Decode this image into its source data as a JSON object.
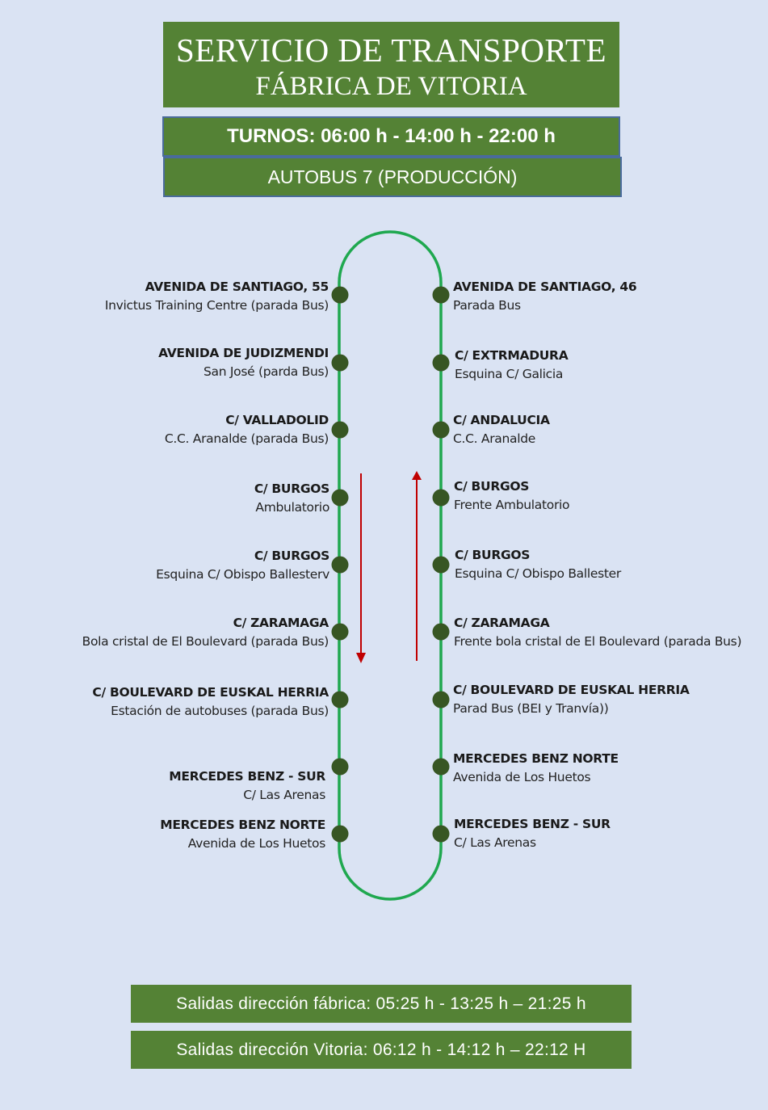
{
  "header": {
    "title_line1": "SERVICIO DE TRANSPORTE",
    "title_line2": "FÁBRICA DE VITORIA",
    "shifts": "TURNOS:  06:00 h - 14:00 h -  22:00 h",
    "bus": "AUTOBUS 7 (PRODUCCIÓN)"
  },
  "route": {
    "line_color": "#1fa84f",
    "stop_color": "#375623",
    "arrow_color": "#c00000",
    "left_stops": [
      {
        "name": "AVENIDA DE SANTIAGO, 55",
        "desc": "Invictus Training Centre (parada Bus)"
      },
      {
        "name": "AVENIDA DE JUDIZMENDI",
        "desc": "San José (parda Bus)"
      },
      {
        "name": "C/ VALLADOLID",
        "desc": "C.C. Aranalde (parada Bus)"
      },
      {
        "name": "C/ BURGOS",
        "desc": "Ambulatorio"
      },
      {
        "name": "C/ BURGOS",
        "desc": "Esquina C/ Obispo Ballesterv"
      },
      {
        "name": "C/ ZARAMAGA",
        "desc": "Bola cristal de El Boulevard (parada Bus)"
      },
      {
        "name": "C/ BOULEVARD DE EUSKAL HERRIA",
        "desc": "Estación de autobuses (parada Bus)"
      },
      {
        "name": "MERCEDES BENZ - SUR",
        "desc": "C/ Las Arenas"
      },
      {
        "name": "MERCEDES BENZ NORTE",
        "desc": "Avenida de Los Huetos"
      }
    ],
    "right_stops": [
      {
        "name": "AVENIDA DE SANTIAGO, 46",
        "desc": "Parada Bus"
      },
      {
        "name": "C/ EXTRMADURA",
        "desc": "Esquina C/ Galicia"
      },
      {
        "name": "C/ ANDALUCIA",
        "desc": "C.C. Aranalde"
      },
      {
        "name": "C/ BURGOS",
        "desc": "Frente Ambulatorio"
      },
      {
        "name": "C/ BURGOS",
        "desc": "Esquina C/ Obispo Ballester"
      },
      {
        "name": "C/ ZARAMAGA",
        "desc": "Frente bola cristal de El Boulevard (parada Bus)"
      },
      {
        "name": "C/ BOULEVARD DE EUSKAL HERRIA",
        "desc": "Parad Bus (BEI y Tranvía))"
      },
      {
        "name": "MERCEDES BENZ NORTE",
        "desc": "Avenida de Los Huetos"
      },
      {
        "name": "MERCEDES BENZ - SUR",
        "desc": "C/ Las Arenas"
      }
    ]
  },
  "departures": {
    "to_factory": "Salidas dirección fábrica: 05:25 h  - 13:25 h – 21:25 h",
    "to_vitoria": "Salidas dirección Vitoria: 06:12 h  - 14:12 h – 22:12 H"
  }
}
